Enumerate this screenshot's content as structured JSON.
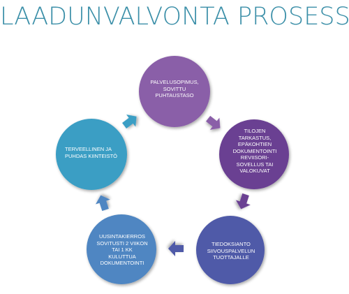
{
  "title": {
    "text": "LAADUNVALVONTA PROSESSI",
    "color": "#3b8fa8"
  },
  "nodes": [
    {
      "id": "palvelusopimus",
      "label": "PALVELUSOPIMUS,\nSOVITTU\nPUHTAUSTASO",
      "color": "#8a5ea8"
    },
    {
      "id": "tilojen-tarkastus",
      "label": "TILOJEN\nTARKASTUS,\nEPÄKOHTIEN\nDOKUMENTOINTI\nREVIISORI-\nSOVELLUS TAI\nVALOKUVAT",
      "color": "#6a3f92"
    },
    {
      "id": "tiedoksianto",
      "label": "TIEDOKSIANTO\nSIIVOUSPALVELUN\nTUOTTAJALLE",
      "color": "#4f5aa8"
    },
    {
      "id": "uusintakierros",
      "label": "UUSINTAKIERROS\nSOVITUSTI 2 VIIKON\nTAI  1 KK\nKULUTTUA\nDOKUMENTOINTI",
      "color": "#4f86c2"
    },
    {
      "id": "terveellinen",
      "label": "TERVEELLINEN JA\nPUHDAS KIINTEISTÖ",
      "color": "#3a9ec4"
    }
  ],
  "arrows": [
    {
      "from": "palvelusopimus",
      "to": "tilojen-tarkastus",
      "color": "#8a5ea8"
    },
    {
      "from": "tilojen-tarkastus",
      "to": "tiedoksianto",
      "color": "#6a3f92"
    },
    {
      "from": "tiedoksianto",
      "to": "uusintakierros",
      "color": "#4f5aa8"
    },
    {
      "from": "uusintakierros",
      "to": "terveellinen",
      "color": "#4f86c2"
    },
    {
      "from": "terveellinen",
      "to": "palvelusopimus",
      "color": "#3a9ec4"
    }
  ]
}
